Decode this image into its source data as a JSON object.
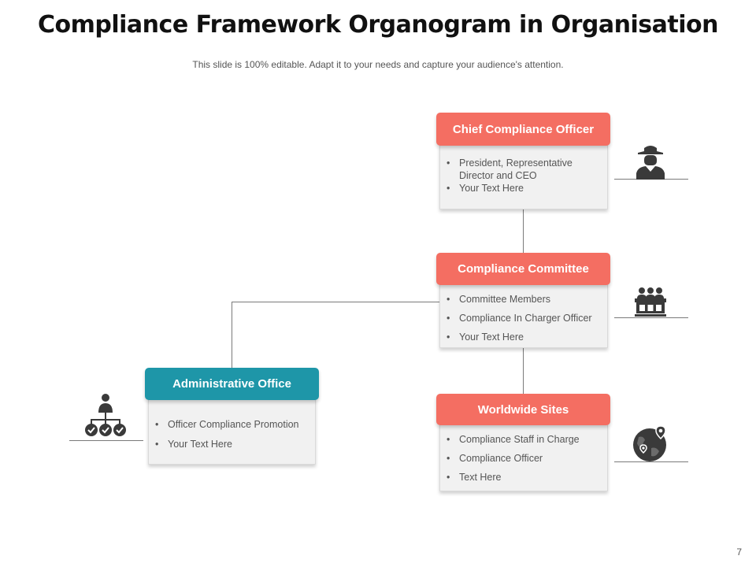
{
  "title": "Compliance Framework Organogram in Organisation",
  "subtitle": "This slide is 100% editable. Adapt it to your needs and capture your audience's attention.",
  "page_number": "7",
  "colors": {
    "coral": "#f46e62",
    "teal": "#1e96a8",
    "box_bg": "#f1f1f1",
    "connector": "#7a7a7a"
  },
  "nodes": {
    "chief": {
      "title": "Chief Compliance Officer",
      "items": [
        "President, Representative Director and CEO",
        "Your Text Here"
      ],
      "icon": "officer-icon"
    },
    "committee": {
      "title": "Compliance Committee",
      "items": [
        "Committee Members",
        "Compliance In Charger Officer",
        "Your Text Here"
      ],
      "icon": "committee-icon"
    },
    "sites": {
      "title": "Worldwide Sites",
      "items": [
        "Compliance Staff in Charge",
        "Compliance Officer",
        "Text Here"
      ],
      "icon": "globe-icon"
    },
    "admin": {
      "title": "Administrative Office",
      "items": [
        "Officer Compliance Promotion",
        "Your Text Here"
      ],
      "icon": "hierarchy-icon"
    }
  }
}
